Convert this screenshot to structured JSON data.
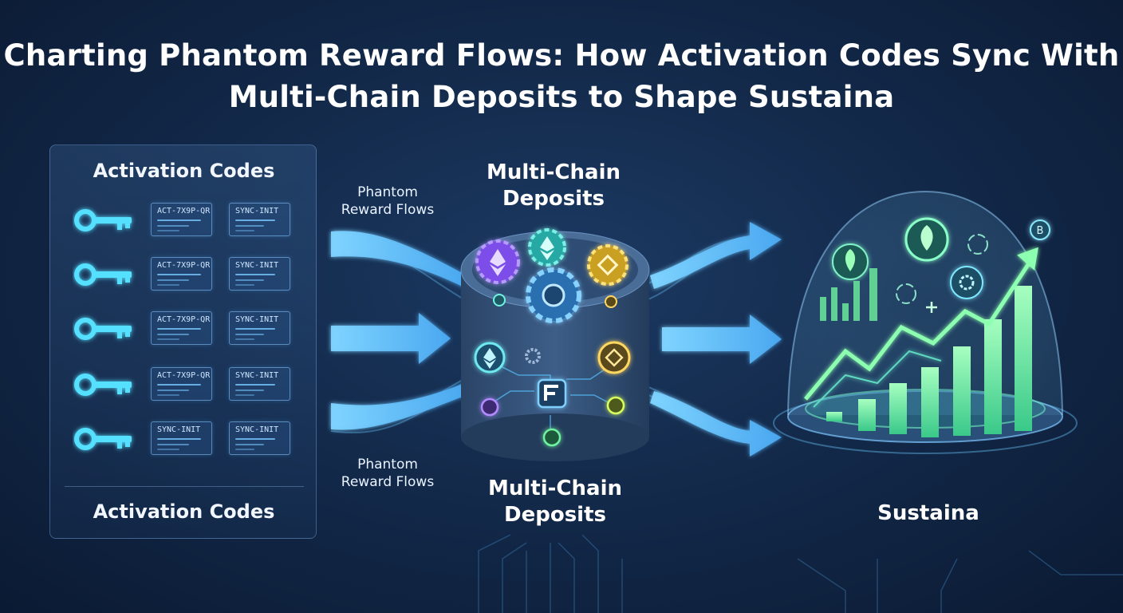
{
  "title": "Charting Phantom Reward Flows: How Activation Codes Sync With Multi-Chain Deposits to Shape Sustaina",
  "left_panel": {
    "title_top": "Activation Codes",
    "title_bottom": "Activation Codes",
    "rows": [
      {
        "key_icon": "key-icon",
        "code_a": "ACT-7X9P-QR",
        "code_b": "SYNC-INIT"
      },
      {
        "key_icon": "key-icon",
        "code_a": "ACT-7X9P-QR",
        "code_b": "SYNC-INIT"
      },
      {
        "key_icon": "key-icon",
        "code_a": "ACT-7X9P-QR",
        "code_b": "SYNC-INIT"
      },
      {
        "key_icon": "key-icon",
        "code_a": "ACT-7X9P-QR",
        "code_b": "SYNC-INIT"
      },
      {
        "key_icon": "key-icon",
        "code_a": "SYNC-INIT",
        "code_b": "SYNC-INIT"
      }
    ]
  },
  "flows": {
    "label_top": "Phantom\nReward Flows",
    "label_bottom": "Phantom\nReward Flows"
  },
  "hub": {
    "label_top": "Multi-Chain\nDeposits",
    "label_bottom": "Multi-Chain\nDeposits",
    "icons": [
      "ethereum-gear-icon",
      "ethereum-gear-icon",
      "binance-gear-icon",
      "central-gear-icon",
      "ethereum-coin-icon",
      "gear-icon",
      "binance-coin-icon",
      "flow-logo-icon",
      "coin-icon",
      "coin-icon",
      "coin-icon"
    ]
  },
  "outcome": {
    "label": "Sustaina",
    "icons": [
      "leaf-icon",
      "recycle-icon",
      "leaf-coin-icon",
      "recycle-icon",
      "gear-icon",
      "plus-icon",
      "bitcoin-icon"
    ]
  },
  "colors": {
    "background": "#132a4b",
    "flow_cyan": "#5ec8ff",
    "key_cyan": "#55e0ff",
    "bar_green": "#6ff2a0",
    "purple_gear": "#8e5cf5",
    "teal_gear": "#2ec9c0",
    "gold_gear": "#e8c23a"
  }
}
